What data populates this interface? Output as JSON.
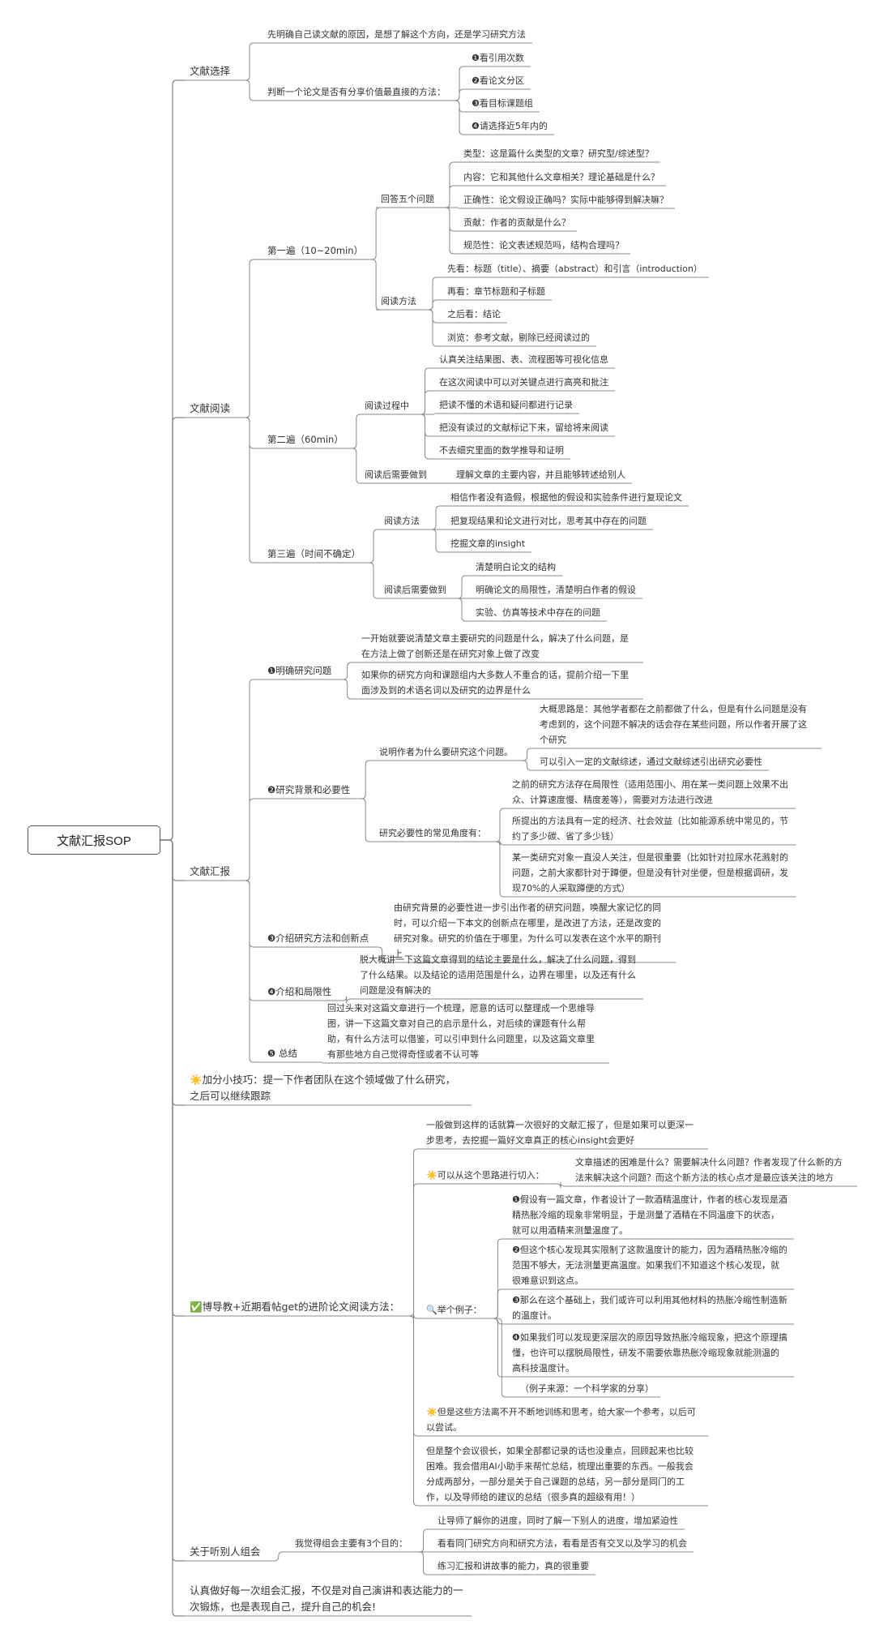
{
  "root": "文献汇报SOP",
  "s1": {
    "title": "文献选择",
    "intro": "先明确自己读文献的原因，是想了解这个方向，还是学习研究方法",
    "judge": "判断一个论文是否有分享价值最直接的方法：",
    "judge_items": [
      "❶看引用次数",
      "❷看论文分区",
      "❸看目标课题组",
      "❹请选择近5年内的"
    ]
  },
  "s2": {
    "title": "文献阅读",
    "p1": {
      "title": "第一遍（10~20min）",
      "q_title": "回答五个问题",
      "q_items": [
        "类型：这是篇什么类型的文章？研究型/综述型？",
        "内容：它和其他什么文章相关？理论基础是什么？",
        "正确性：论文假设正确吗？实际中能够得到解决嘛？",
        "贡献：作者的贡献是什么？",
        "规范性：论文表述规范吗，结构合理吗？"
      ],
      "m_title": "阅读方法",
      "m_items": [
        "先看：标题（title）、摘要（abstract）和引言（introduction）",
        "再看：章节标题和子标题",
        "之后看：结论",
        "浏览：参考文献，剔除已经阅读过的"
      ]
    },
    "p2": {
      "title": "第二遍（60min）",
      "d_title": "阅读过程中",
      "d_items": [
        "认真关注结果图、表、流程图等可视化信息",
        "在这次阅读中可以对关键点进行高亮和批注",
        "把读不懂的术语和疑问都进行记录",
        "把没有读过的文献标记下来，留给将来阅读",
        "不去细究里面的数学推导和证明"
      ],
      "a_title": "阅读后需要做到",
      "a_item": "理解文章的主要内容，并且能够转述给别人"
    },
    "p3": {
      "title": "第三遍（时间不确定）",
      "m_title": "阅读方法",
      "m_items": [
        "相信作者没有造假，根据他的假设和实验条件进行复现论文",
        "把复现结果和论文进行对比，思考其中存在的问题",
        "挖掘文章的insight"
      ],
      "a_title": "阅读后需要做到",
      "a_items": [
        "清楚明白论文的结构",
        "明确论文的局限性，清楚明白作者的假设",
        "实验、仿真等技术中存在的问题"
      ]
    }
  },
  "s3": {
    "title": "文献汇报",
    "q": {
      "title": "❶明确研究问题",
      "items": [
        "一开始就要说清楚文章主要研究的问题是什么，解决了什么问题，是在方法上做了创新还是在研究对象上做了改变",
        "如果你的研究方向和课题组内大多数人不重合的话，提前介绍一下里面涉及到的术语名词以及研究的边界是什么"
      ]
    },
    "bg": {
      "title": "❷研究背景和必要性",
      "why_title": "说明作者为什么要研究这个问题。",
      "why_items": [
        "大概思路是：其他学者都在之前都做了什么，但是有什么问题是没有考虑到的，这个问题不解决的话会存在某些问题，所以作者开展了这个研究",
        "可以引入一定的文献综述，通过文献综述引出研究必要性"
      ],
      "angle_title": "研究必要性的常见角度有：",
      "angle_items": [
        "之前的研究方法存在局限性（适用范围小、用在某一类问题上效果不出众、计算速度慢、精度差等），需要对方法进行改进",
        "所提出的方法具有一定的经济、社会效益（比如能源系统中常见的，节约了多少碳、省了多少钱）",
        "某一类研究对象一直没人关注，但是很重要（比如针对拉尿水花溅射的问题，之前大家都针对于蹲便，但是没有针对坐便，但是根据调研，发现70%的人采取蹲便的方式）"
      ]
    },
    "m": {
      "title": "❸介绍研究方法和创新点",
      "text": "由研究背景的必要性进一步引出作者的研究问题，唤醒大家记忆的同时，可以介绍一下本文的创新点在哪里，是改进了方法，还是改变的研究对象。研究的价值在于哪里，为什么可以发表在这个水平的期刊上"
    },
    "lim": {
      "title": "❹介绍和局限性",
      "text": "脱大概讲一下这篇文章得到的结论主要是什么，解决了什么问题，得到了什么结果。以及结论的适用范围是什么，边界在哪里，以及还有什么问题是没有解决的"
    },
    "sum": {
      "title": "❺ 总结",
      "text": "回过头来对这篇文章进行一个梳理，愿意的话可以整理成一个思维导图，讲一下这篇文章对自己的启示是什么，对后续的课题有什么帮助，有什么方法可以借鉴，可以引申到什么问题里，以及这篇文章里有那些地方自己觉得奇怪或者不认可等"
    }
  },
  "s4": {
    "text": "☀️加分小技巧：提一下作者团队在这个领域做了什么研究，之后可以继续跟踪"
  },
  "s5": {
    "title": "✅博导教+近期看帖get的进阶论文阅读方法：",
    "intro": "一般做到这样的话就算一次很好的文献汇报了，但是如果可以更深一步思考，去挖掘一篇好文章真正的核心insight会更好",
    "idea_title": "☀️可以从这个思路进行切入：",
    "idea_text": "文章描述的困难是什么？需要解决什么问题？作者发现了什么新的方法来解决这个问题？而这个新方法的核心点才是最应该关注的地方",
    "ex_title": "🔍举个例子：",
    "ex_items": [
      "❶假设有一篇文章，作者设计了一款酒精温度计，作者的核心发现是酒精热胀冷缩的现象非常明显，于是测量了酒精在不同温度下的状态，就可以用酒精来测量温度了。",
      "❷但这个核心发现其实限制了这款温度计的能力，因为酒精热胀冷缩的范围不够大，无法测量更高温度。如果我们不知道这个核心发现，就很难意识到这点。",
      "❸那么在这个基础上，我们或许可以利用其他材料的热胀冷缩性制造新的温度计。",
      "❹如果我们可以发现更深层次的原因导致热胀冷缩现象，把这个原理搞懂，也许可以摆脱局限性，研发不需要依靠热胀冷缩现象就能测温的高科技温度计。",
      "（例子来源：一个科学家的分享）"
    ],
    "note": "☀️但是这些方法离不开不断地训练和思考，给大家一个参考，以后可以尝试。",
    "tail": "但是整个会议很长，如果全部都记录的话也没重点，回顾起来也比较困难。我会借用AI小助手来帮忙总结，梳理出重要的东西。一般我会分成两部分，一部分是关于自己课题的总结，另一部分是同门的工作，以及导师给的建议的总结（很多真的超级有用！）"
  },
  "s6": {
    "title": "关于听别人组会",
    "sub": "我觉得组会主要有3个目的：",
    "items": [
      "让导师了解你的进度，同时了解一下别人的进度，增加紧迫性",
      "看看同门研究方向和研究方法，看看是否有交叉以及学习的机会",
      "练习汇报和讲故事的能力，真的很重要"
    ]
  },
  "s7": {
    "text": "认真做好每一次组会汇报，不仅是对自己演讲和表达能力的一次锻炼，也是表现自己，提升自己的机会!"
  }
}
